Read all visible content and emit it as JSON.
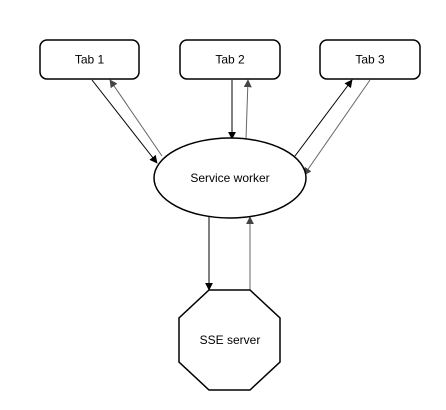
{
  "nodes": {
    "tab1": {
      "label": "Tab 1"
    },
    "tab2": {
      "label": "Tab 2"
    },
    "tab3": {
      "label": "Tab 3"
    },
    "service_worker": {
      "label": "Service worker"
    },
    "sse_server": {
      "label": "SSE server"
    }
  },
  "edges": [
    {
      "from": "tab1",
      "to": "service_worker"
    },
    {
      "from": "service_worker",
      "to": "tab1"
    },
    {
      "from": "tab2",
      "to": "service_worker"
    },
    {
      "from": "service_worker",
      "to": "tab2"
    },
    {
      "from": "tab3",
      "to": "service_worker"
    },
    {
      "from": "service_worker",
      "to": "tab3"
    },
    {
      "from": "service_worker",
      "to": "sse_server"
    },
    {
      "from": "sse_server",
      "to": "service_worker"
    }
  ],
  "colors": {
    "stroke": "#000000",
    "edge_dark": "#000000",
    "edge_light": "#555555",
    "background": "#ffffff"
  }
}
